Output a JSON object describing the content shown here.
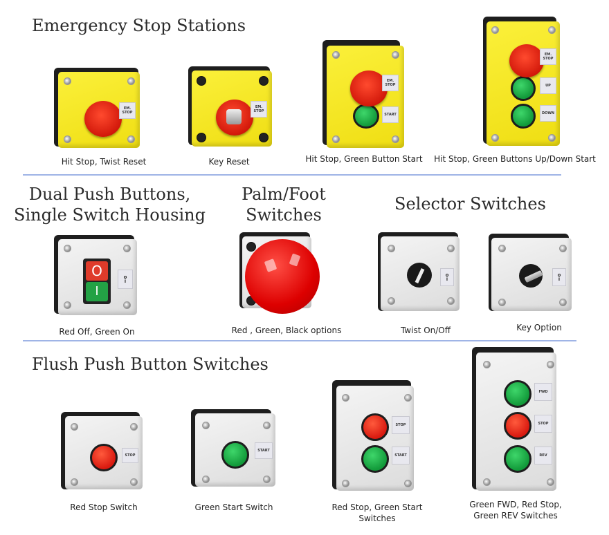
{
  "sections": {
    "emergency": {
      "title": "Emergency Stop Stations",
      "items": [
        {
          "caption": "Hit Stop, Twist Reset",
          "labels": [
            "EM. STOP"
          ]
        },
        {
          "caption": "Key Reset",
          "labels": [
            "EM. STOP"
          ]
        },
        {
          "caption": "Hit Stop, Green Button Start",
          "labels": [
            "EM. STOP",
            "START"
          ]
        },
        {
          "caption": "Hit Stop, Green Buttons Up/Down Start",
          "labels": [
            "EM. STOP",
            "UP",
            "DOWN"
          ]
        }
      ]
    },
    "dual": {
      "title_line1": "Dual Push Buttons,",
      "title_line2": "Single Switch Housing",
      "caption": "Red Off, Green On",
      "symbols": [
        "O",
        "I"
      ]
    },
    "palm": {
      "title_line1": "Palm/Foot",
      "title_line2": "Switches",
      "caption": "Red , Green, Black options"
    },
    "selector": {
      "title": "Selector Switches",
      "items": [
        {
          "caption": "Twist On/Off"
        },
        {
          "caption": "Key Option"
        }
      ]
    },
    "flush": {
      "title": "Flush Push Button Switches",
      "items": [
        {
          "caption": "Red Stop Switch",
          "labels": [
            "STOP"
          ]
        },
        {
          "caption": "Green Start Switch",
          "labels": [
            "START"
          ]
        },
        {
          "caption_line1": "Red Stop, Green Start",
          "caption_line2": "Switches",
          "labels": [
            "STOP",
            "START"
          ]
        },
        {
          "caption_line1": "Green FWD, Red Stop,",
          "caption_line2": "Green REV Switches",
          "labels": [
            "FWD",
            "STOP",
            "REV"
          ]
        }
      ]
    }
  },
  "colors": {
    "divider": "#9fb4e6",
    "yellow": "#f5e52a",
    "red": "#e0261a",
    "green": "#1fae49"
  }
}
